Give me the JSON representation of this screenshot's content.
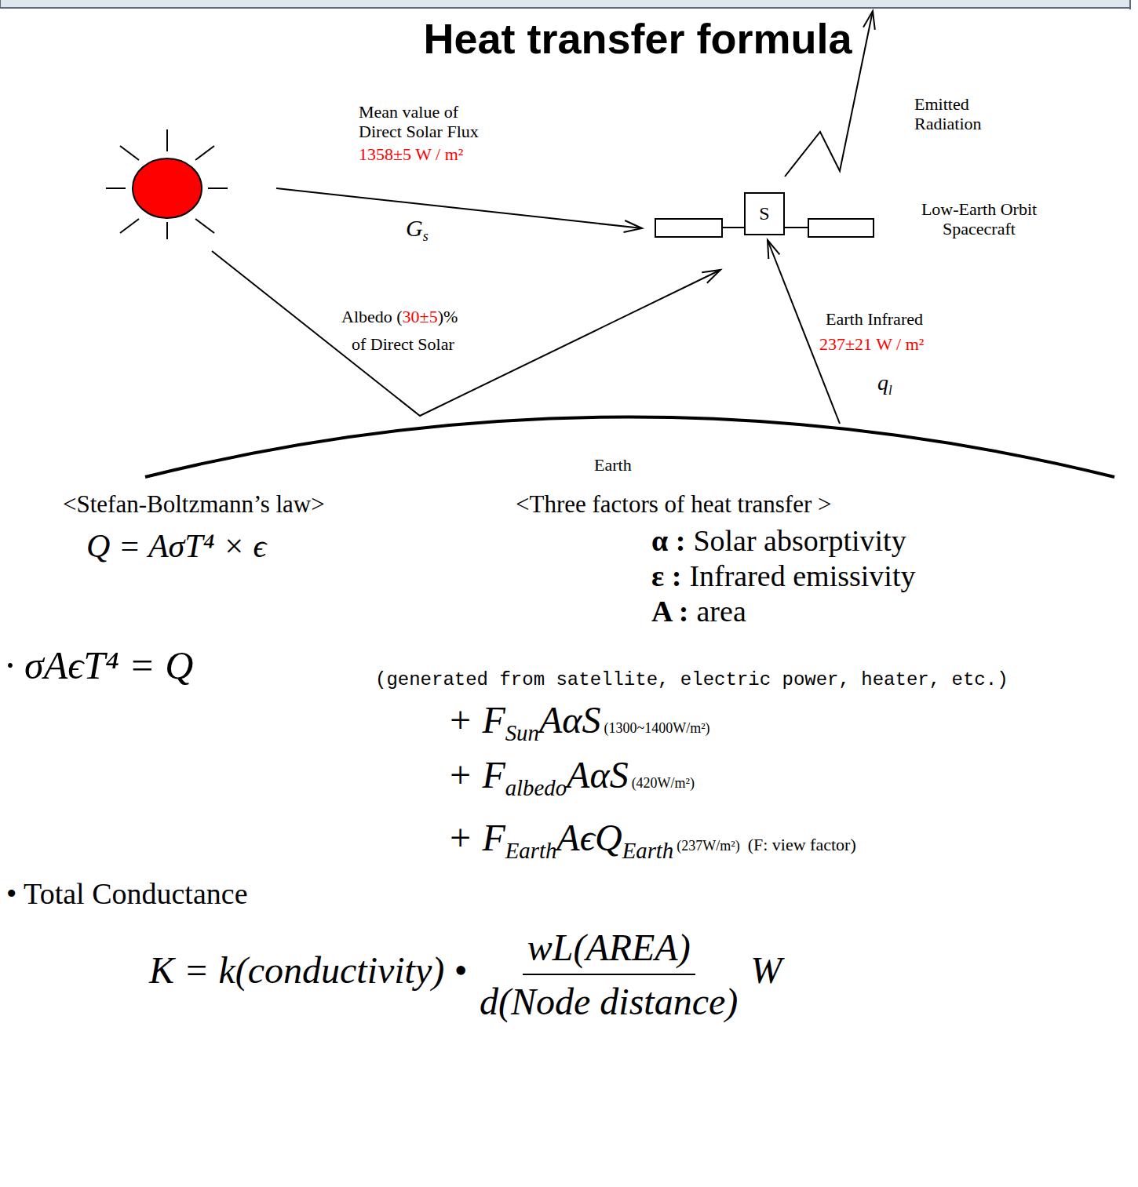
{
  "diagram": {
    "title": "Heat transfer formula",
    "nodes": [
      {
        "text": [
          "S"
        ]
      }
    ],
    "labels": [
      "Mean value of Direct Solar Flux",
      "1358±5 W / m²",
      "G",
      "s",
      "Emitted Radiation",
      "Low-Earth Orbit Spacecraft",
      "Albedo (",
      "30±5",
      ")%",
      "of Direct Solar",
      "Earth Infrared",
      "237±21 W / m²",
      "q",
      "l",
      "Earth",
      "<Stefan-Boltzmann’s law>",
      "<Three factors of heat transfer >",
      "α :",
      "Solar absorptivity",
      "ε :",
      "Infrared emissivity",
      "A :",
      "area",
      "Q = AσT⁴ × ϵ",
      "· σAϵT⁴ = Q",
      "(generated from satellite, electric power, heater, etc.)",
      "+ F",
      "Sun",
      "AαS",
      "(1300~1400W/m²)",
      "+ F",
      "albedo",
      "AαS",
      "(420W/m²)",
      "+ F",
      "Earth",
      "AϵQ",
      "Earth",
      "(237W/m²)",
      "(F: view factor)",
      "• Total Conductance",
      "K = k(conductivity) •",
      "wL(AREA)",
      "d(Node distance)",
      "W"
    ]
  }
}
